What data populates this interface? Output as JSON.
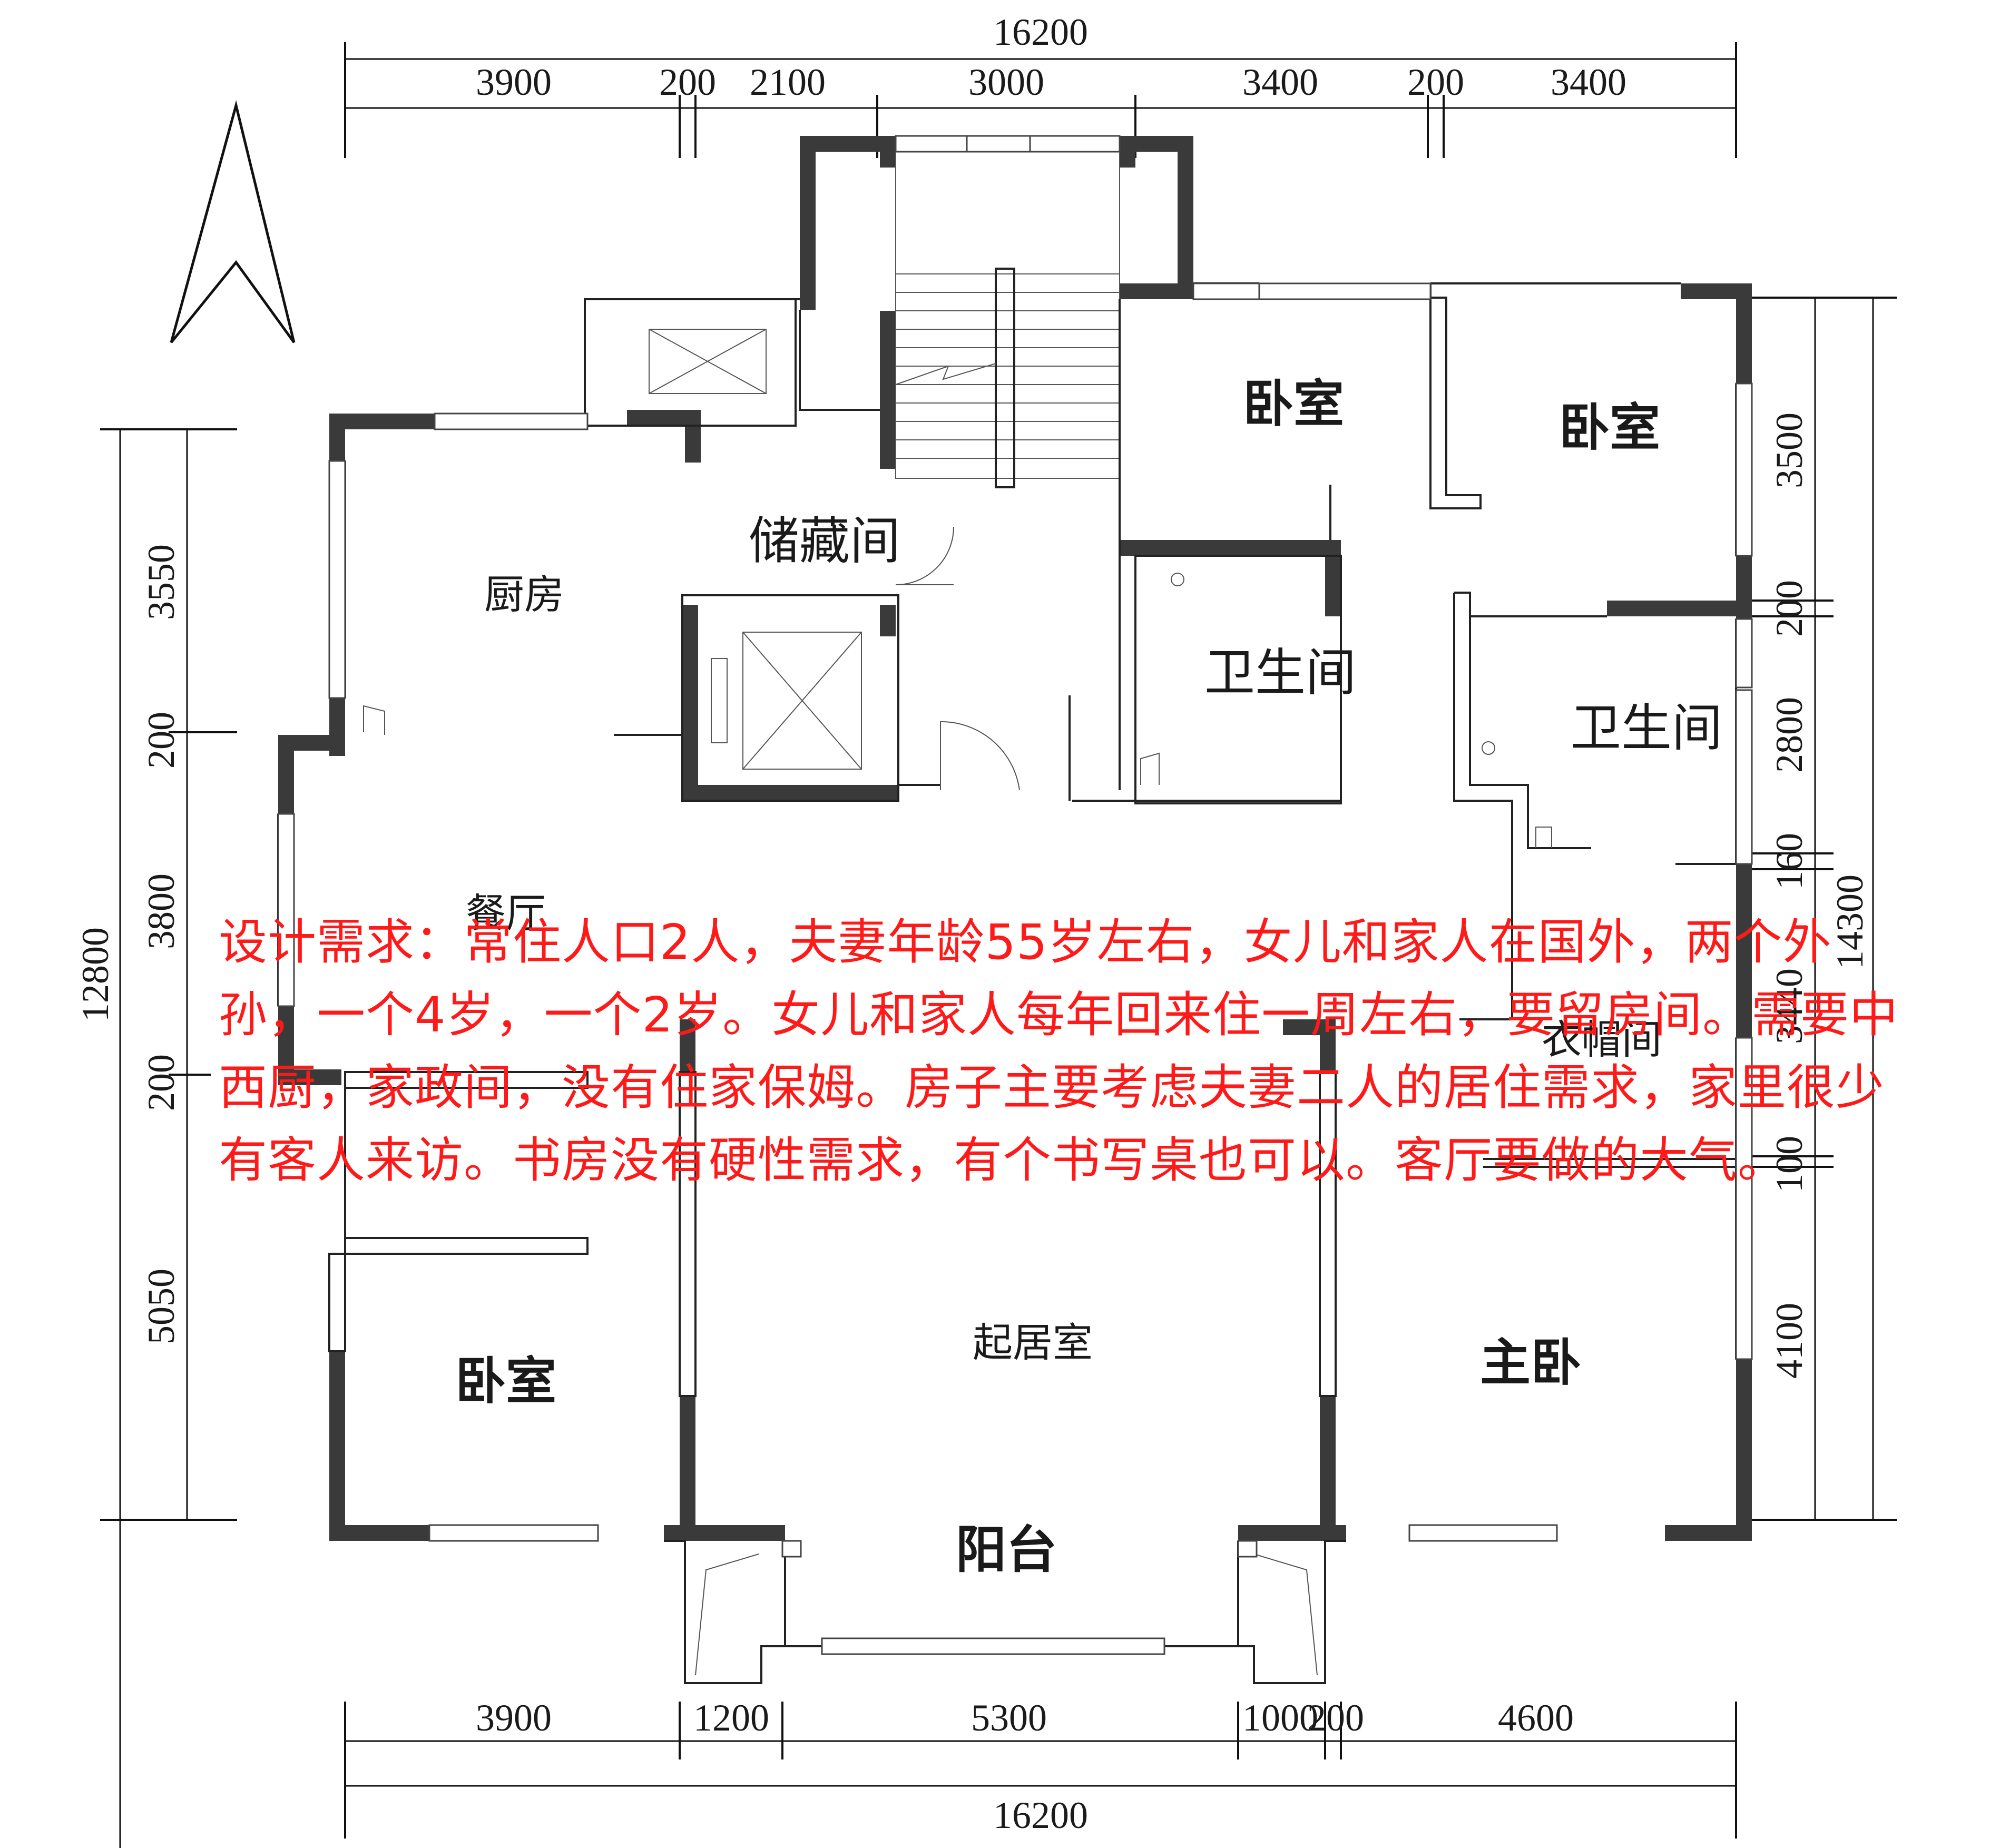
{
  "plan": {
    "colors": {
      "wall": "#3a3a3a",
      "line": "#222222",
      "annotation": "#ff1a1a"
    },
    "dimensions": {
      "top_total": "16200",
      "top_segments": [
        "3900",
        "200",
        "2100",
        "3000",
        "3400",
        "200",
        "3400"
      ],
      "bottom_total": "16200",
      "bottom_segments": [
        "3900",
        "1200",
        "5300",
        "1000",
        "200",
        "4600"
      ],
      "left_total": "12800",
      "left_segments": [
        "3550",
        "200",
        "3800",
        "200",
        "5050"
      ],
      "right_total": "14300",
      "right_segments": [
        "3500",
        "200",
        "2800",
        "160",
        "3440",
        "100",
        "4100"
      ]
    },
    "rooms": {
      "bedroom_ne1": "卧室",
      "bedroom_ne2": "卧室",
      "storage": "储藏间",
      "kitchen": "厨房",
      "bathroom_1": "卫生间",
      "bathroom_2": "卫生间",
      "dining": "餐厅",
      "cloakroom": "衣帽间",
      "bedroom_sw": "卧室",
      "living": "起居室",
      "master_bedroom": "主卧",
      "balcony": "阳台"
    },
    "north_arrow_icon": "north-arrow-icon"
  },
  "annotation": {
    "requirement": "设计需求：常住人口2人，夫妻年龄55岁左右，女儿和家人在国外，两个外孙，一个4岁，一个2岁。女儿和家人每年回来住一周左右，要留房间。需要中西厨，家政间，没有住家保姆。房子主要考虑夫妻二人的居住需求，家里很少有客人来访。书房没有硬性需求，有个书写桌也可以。客厅要做的大气。"
  }
}
